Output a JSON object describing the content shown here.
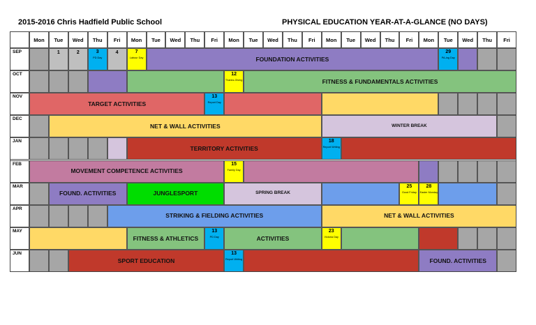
{
  "header": {
    "left": "2015-2016  Chris Hadfield Public School",
    "right": "PHYSICAL EDUCATION YEAR-AT-A-GLANCE (NO DAYS)"
  },
  "day_headers": [
    "Mon",
    "Tue",
    "Wed",
    "Thu",
    "Fri",
    "Mon",
    "Tue",
    "Wed",
    "Thu",
    "Fri",
    "Mon",
    "Tue",
    "Wed",
    "Thu",
    "Fri",
    "Mon",
    "Tue",
    "Wed",
    "Thu",
    "Fri",
    "Mon",
    "Tue",
    "Wed",
    "Thu",
    "Fri"
  ],
  "colors": {
    "grey": "#a6a6a6",
    "lightgrey": "#bfbfbf",
    "purple": "#8e7cc3",
    "green": "#84c37e",
    "red": "#e06666",
    "yellow": "#ffd966",
    "lavender": "#d5c5dd",
    "darkred": "#c0392b",
    "pink": "#c27ba0",
    "blue": "#6d9eeb",
    "brightgreen": "#00dd00",
    "cyan": "#00b0f0",
    "brightyellow": "#ffff00"
  },
  "months": [
    {
      "label": "SEP",
      "cells": [
        {
          "span": 1,
          "color": "grey"
        },
        {
          "span": 1,
          "color": "lightgrey",
          "type": "plain",
          "num": "1"
        },
        {
          "span": 1,
          "color": "lightgrey",
          "type": "plain",
          "num": "2"
        },
        {
          "span": 1,
          "color": "cyan",
          "type": "day",
          "num": "3",
          "note": "PD Day"
        },
        {
          "span": 1,
          "color": "lightgrey",
          "type": "plain",
          "num": "4"
        },
        {
          "span": 1,
          "color": "brightyellow",
          "type": "day",
          "num": "7",
          "note": "Labour Day"
        },
        {
          "span": 15,
          "color": "purple",
          "type": "bar",
          "text": "FOUNDATION ACTIVITIES"
        },
        {
          "span": 1,
          "color": "cyan",
          "type": "day",
          "num": "29",
          "note": "PA-ing Day"
        },
        {
          "span": 1,
          "color": "purple"
        },
        {
          "span": 1,
          "color": "grey"
        },
        {
          "span": 1,
          "color": "grey"
        }
      ]
    },
    {
      "label": "OCT",
      "cells": [
        {
          "span": 1,
          "color": "grey"
        },
        {
          "span": 1,
          "color": "grey"
        },
        {
          "span": 1,
          "color": "grey"
        },
        {
          "span": 2,
          "color": "purple"
        },
        {
          "span": 5,
          "color": "green"
        },
        {
          "span": 1,
          "color": "brightyellow",
          "type": "day",
          "num": "12",
          "note": "Thanks-Giving"
        },
        {
          "span": 14,
          "color": "green",
          "type": "bar",
          "text": "FITNESS & FUNDAMENTALS ACTIVITIES"
        }
      ]
    },
    {
      "label": "NOV",
      "cells": [
        {
          "span": 9,
          "color": "red",
          "type": "bar",
          "text": "TARGET ACTIVITIES"
        },
        {
          "span": 1,
          "color": "cyan",
          "type": "day",
          "num": "13",
          "note": "Report Day"
        },
        {
          "span": 5,
          "color": "red"
        },
        {
          "span": 6,
          "color": "yellow"
        },
        {
          "span": 1,
          "color": "grey"
        },
        {
          "span": 1,
          "color": "grey"
        },
        {
          "span": 1,
          "color": "grey"
        },
        {
          "span": 1,
          "color": "grey"
        }
      ]
    },
    {
      "label": "DEC",
      "cells": [
        {
          "span": 1,
          "color": "grey"
        },
        {
          "span": 14,
          "color": "yellow",
          "type": "bar",
          "text": "NET & WALL ACTIVITIES"
        },
        {
          "span": 9,
          "color": "lavender",
          "type": "bar",
          "small": true,
          "text": "WINTER BREAK"
        },
        {
          "span": 1,
          "color": "grey"
        }
      ]
    },
    {
      "label": "JAN",
      "cells": [
        {
          "span": 1,
          "color": "grey"
        },
        {
          "span": 1,
          "color": "grey"
        },
        {
          "span": 1,
          "color": "grey"
        },
        {
          "span": 1,
          "color": "grey"
        },
        {
          "span": 1,
          "color": "lavender"
        },
        {
          "span": 10,
          "color": "darkred",
          "type": "bar",
          "text": "TERRITORY ACTIVITIES"
        },
        {
          "span": 1,
          "color": "cyan",
          "type": "day",
          "num": "18",
          "note": "Report Writing"
        },
        {
          "span": 9,
          "color": "darkred"
        }
      ]
    },
    {
      "label": "FEB",
      "cells": [
        {
          "span": 10,
          "color": "pink",
          "type": "bar",
          "text": "MOVEMENT COMPETENCE ACTIVITIES"
        },
        {
          "span": 1,
          "color": "brightyellow",
          "type": "day",
          "num": "15",
          "note": "Family Day"
        },
        {
          "span": 9,
          "color": "pink"
        },
        {
          "span": 1,
          "color": "purple"
        },
        {
          "span": 1,
          "color": "grey"
        },
        {
          "span": 1,
          "color": "grey"
        },
        {
          "span": 1,
          "color": "grey"
        },
        {
          "span": 1,
          "color": "grey"
        }
      ]
    },
    {
      "label": "MAR",
      "cells": [
        {
          "span": 1,
          "color": "grey"
        },
        {
          "span": 4,
          "color": "purple",
          "type": "bar",
          "text": "FOUND. ACTIVITIES"
        },
        {
          "span": 5,
          "color": "brightgreen",
          "type": "bar",
          "text": "JUNGLESPORT"
        },
        {
          "span": 5,
          "color": "lavender",
          "type": "bar",
          "small": true,
          "text": "SPRING BREAK"
        },
        {
          "span": 4,
          "color": "blue"
        },
        {
          "span": 1,
          "color": "brightyellow",
          "type": "day",
          "num": "25",
          "note": "Good Friday"
        },
        {
          "span": 1,
          "color": "brightyellow",
          "type": "day",
          "num": "28",
          "note": "Easter Monday"
        },
        {
          "span": 3,
          "color": "blue"
        },
        {
          "span": 1,
          "color": "grey"
        }
      ]
    },
    {
      "label": "APR",
      "cells": [
        {
          "span": 1,
          "color": "grey"
        },
        {
          "span": 1,
          "color": "grey"
        },
        {
          "span": 1,
          "color": "grey"
        },
        {
          "span": 1,
          "color": "grey"
        },
        {
          "span": 11,
          "color": "blue",
          "type": "bar",
          "text": "STRIKING & FIELDING ACTIVITIES"
        },
        {
          "span": 10,
          "color": "yellow",
          "type": "bar",
          "text": "NET & WALL ACTIVITIES"
        }
      ]
    },
    {
      "label": "MAY",
      "cells": [
        {
          "span": 5,
          "color": "yellow"
        },
        {
          "span": 4,
          "color": "green",
          "type": "bar",
          "text": "FITNESS & ATHLETICS"
        },
        {
          "span": 1,
          "color": "cyan",
          "type": "day",
          "num": "13",
          "note": "PD Day"
        },
        {
          "span": 5,
          "color": "green",
          "type": "bar",
          "text": "ACTIVITIES"
        },
        {
          "span": 1,
          "color": "brightyellow",
          "type": "day",
          "num": "23",
          "note": "Victoria Day"
        },
        {
          "span": 4,
          "color": "green"
        },
        {
          "span": 2,
          "color": "darkred"
        },
        {
          "span": 1,
          "color": "grey"
        },
        {
          "span": 1,
          "color": "grey"
        },
        {
          "span": 1,
          "color": "grey"
        }
      ]
    },
    {
      "label": "JUN",
      "cells": [
        {
          "span": 1,
          "color": "grey"
        },
        {
          "span": 1,
          "color": "grey"
        },
        {
          "span": 8,
          "color": "darkred",
          "type": "bar",
          "text": "SPORT EDUCATION"
        },
        {
          "span": 1,
          "color": "cyan",
          "type": "day",
          "num": "13",
          "note": "Report Writing"
        },
        {
          "span": 9,
          "color": "darkred"
        },
        {
          "span": 4,
          "color": "purple",
          "type": "bar",
          "text": "FOUND. ACTIVITIES"
        },
        {
          "span": 1,
          "color": "grey"
        }
      ]
    }
  ]
}
